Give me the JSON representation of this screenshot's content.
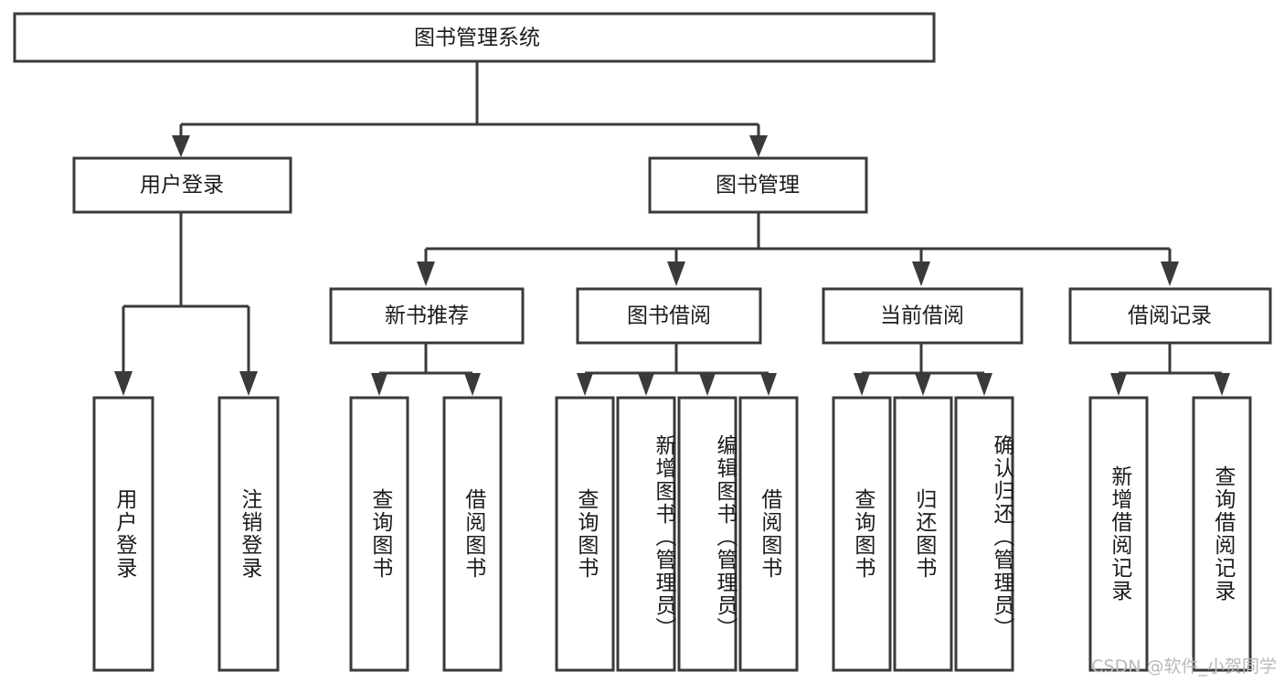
{
  "diagram": {
    "title": "图书管理系统",
    "type": "tree-hierarchy",
    "watermark": "CSDN @软件_小贺同学",
    "colors": {
      "background": "#ffffff",
      "box_stroke": "#3a3a3a",
      "box_fill": "#ffffff",
      "text": "#1b1b1b",
      "watermark": "#b9b9b9"
    },
    "root": {
      "label": "图书管理系统"
    },
    "level2": [
      {
        "id": "user-login",
        "label": "用户登录"
      },
      {
        "id": "book-manage",
        "label": "图书管理"
      }
    ],
    "level3": [
      {
        "id": "new-book-recommend",
        "label": "新书推荐",
        "parent": "book-manage"
      },
      {
        "id": "book-borrow",
        "label": "图书借阅",
        "parent": "book-manage"
      },
      {
        "id": "current-borrow",
        "label": "当前借阅",
        "parent": "book-manage"
      },
      {
        "id": "borrow-record",
        "label": "借阅记录",
        "parent": "book-manage"
      }
    ],
    "leaves": {
      "user-login": [
        {
          "id": "leaf-user-login",
          "label": "用户登录"
        },
        {
          "id": "leaf-logout",
          "label": "注销登录"
        }
      ],
      "new-book-recommend": [
        {
          "id": "leaf-query-book-1",
          "label": "查询图书"
        },
        {
          "id": "leaf-borrow-book-1",
          "label": "借阅图书"
        }
      ],
      "book-borrow": [
        {
          "id": "leaf-query-book-2",
          "label": "查询图书"
        },
        {
          "id": "leaf-add-book",
          "label": "新增图书（管理员）"
        },
        {
          "id": "leaf-edit-book",
          "label": "编辑图书（管理员）"
        },
        {
          "id": "leaf-borrow-book-2",
          "label": "借阅图书"
        }
      ],
      "current-borrow": [
        {
          "id": "leaf-query-book-3",
          "label": "查询图书"
        },
        {
          "id": "leaf-return-book",
          "label": "归还图书"
        },
        {
          "id": "leaf-confirm-return",
          "label": "确认归还（管理员）"
        }
      ],
      "borrow-record": [
        {
          "id": "leaf-add-record",
          "label": "新增借阅记录"
        },
        {
          "id": "leaf-query-record",
          "label": "查询借阅记录"
        }
      ]
    }
  }
}
